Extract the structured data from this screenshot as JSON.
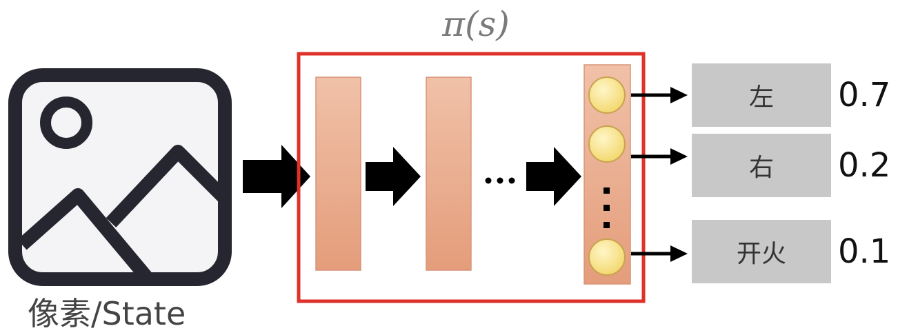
{
  "title": "π(s)",
  "input": {
    "label": "像素/State"
  },
  "network": {
    "ellipsis": "...",
    "vertical_ellipsis": "⋮"
  },
  "actions": [
    {
      "label": "左",
      "probability": "0.7"
    },
    {
      "label": "右",
      "probability": "0.2"
    },
    {
      "label": "开火",
      "probability": "0.1"
    }
  ],
  "colors": {
    "policy_border": "#e0302a",
    "layer_fill": "#e9a98a",
    "output_fill": "#e6a98b",
    "node_fill": "#f6df7a",
    "action_box": "#c8c8c8",
    "arrow": "#000000",
    "image_icon": "#262631"
  }
}
